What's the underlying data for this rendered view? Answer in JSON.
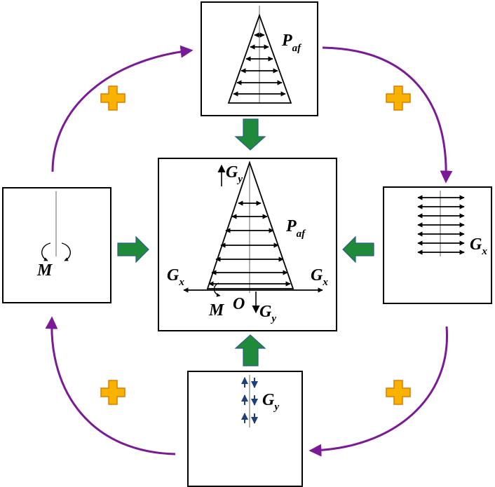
{
  "labels": {
    "top_paf_main": "P",
    "top_paf_sub": "af",
    "center_paf_main": "P",
    "center_paf_sub": "af",
    "center_gy_top_main": "G",
    "center_gy_top_sub": "y",
    "center_gx_left_main": "G",
    "center_gx_left_sub": "x",
    "center_gx_right_main": "G",
    "center_gx_right_sub": "x",
    "center_m": "M",
    "center_o": "O",
    "center_gy_bottom_main": "G",
    "center_gy_bottom_sub": "y",
    "left_m": "M",
    "right_gx_main": "G",
    "right_gx_sub": "x",
    "bottom_gy_main": "G",
    "bottom_gy_sub": "y"
  },
  "colors": {
    "cycle_arrow": "#7a1a96",
    "plus_fill": "#f7b300",
    "plus_stroke": "#e07b00",
    "green_arrow": "#1f8a3a",
    "green_arrow_stroke": "#2a5e8c",
    "small_arrow_blue": "#1e3f7a",
    "center_line": "#999999"
  },
  "icons": {
    "cycle_symbol": "plus-icon",
    "flow_arrow": "green-block-arrow"
  }
}
